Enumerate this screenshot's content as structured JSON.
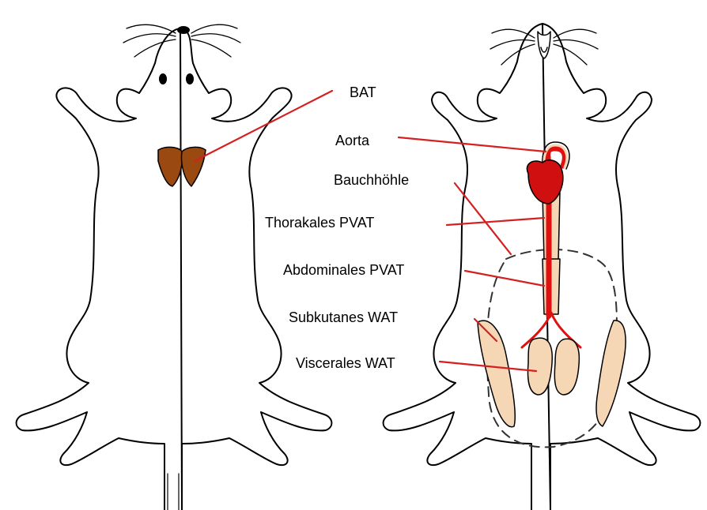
{
  "labels": {
    "bat": "BAT",
    "aorta": "Aorta",
    "bauchhoehle": "Bauchhöhle",
    "thorakales_pvat": "Thorakales PVAT",
    "abdominales_pvat": "Abdominales PVAT",
    "subkutanes_wat": "Subkutanes WAT",
    "viszerales_wat": "Viscerales WAT"
  },
  "colors": {
    "outline": "#000000",
    "bat_fill": "#9a4a10",
    "aorta": "#e01010",
    "heart": "#d01010",
    "fat_fill": "#f6d7b5",
    "leader_line": "#d42020",
    "cavity_line": "#333333"
  },
  "icons": [
    "mouse-back-view",
    "mouse-ventral-view"
  ]
}
